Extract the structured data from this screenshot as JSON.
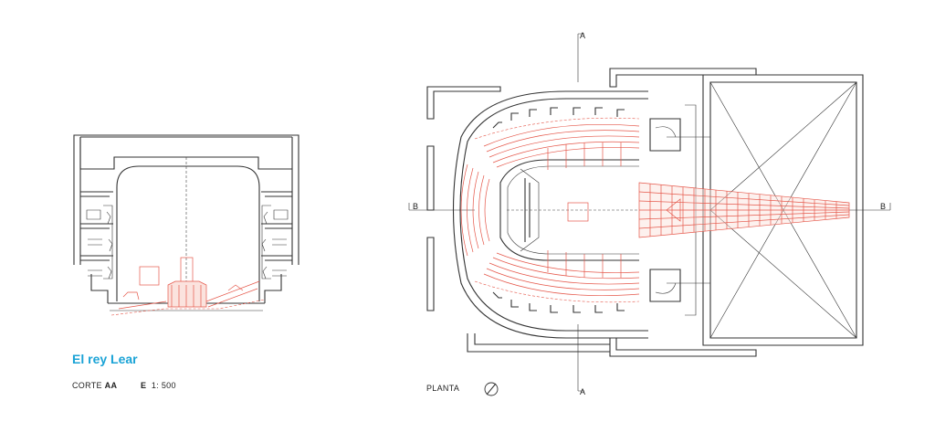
{
  "title": "El rey Lear",
  "section_caption": {
    "label": "CORTE",
    "id": "AA"
  },
  "scale": {
    "symbol": "E",
    "value": "1: 500"
  },
  "plan_caption": "PLANTA",
  "markers": {
    "top_A": "A",
    "bottom_A": "A",
    "left_B": "B",
    "right_B": "B"
  },
  "colors": {
    "title": "#1aa3d6",
    "highlight": "#e5574a",
    "line": "#333333"
  },
  "icons": [
    "north-arrow-icon"
  ]
}
